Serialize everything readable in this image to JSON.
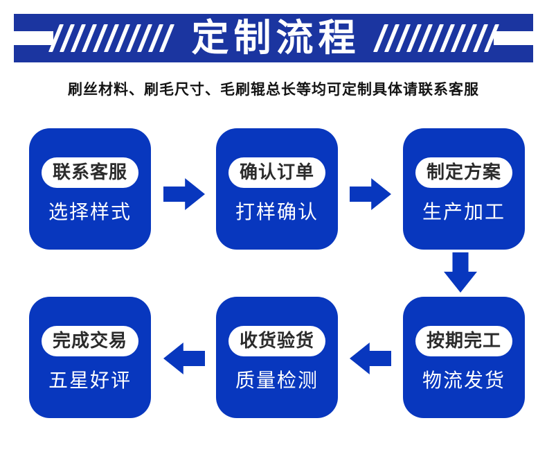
{
  "header": {
    "title": "定制流程",
    "slash_count": 11,
    "subtitle": "刷丝材料、刷毛尺寸、毛刷辊总长等均可定制具体请联系客服"
  },
  "steps": [
    {
      "pill": "联系客服",
      "label": "选择样式"
    },
    {
      "pill": "确认订单",
      "label": "打样确认"
    },
    {
      "pill": "制定方案",
      "label": "生产加工"
    },
    {
      "pill": "按期完工",
      "label": "物流发货"
    },
    {
      "pill": "收货验货",
      "label": "质量检测"
    },
    {
      "pill": "完成交易",
      "label": "五星好评"
    }
  ],
  "colors": {
    "banner_blue": "#1b35a0",
    "box_blue": "#0837be",
    "pill_bg": "#ffffff",
    "pill_text": "#2b2b2b",
    "subtitle_text": "#141414",
    "page_bg": "#ffffff"
  }
}
